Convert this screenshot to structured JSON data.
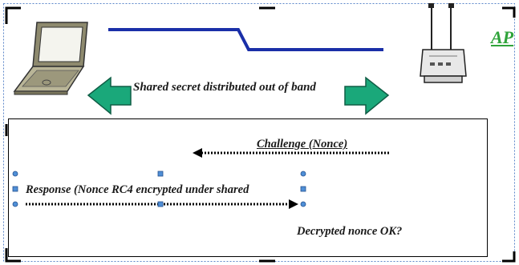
{
  "ap_label": "AP",
  "shared_secret_label": "Shared secret distributed out of band",
  "challenge_label": "Challenge (Nonce)",
  "response_label": "Response (Nonce RC4 encrypted under shared",
  "decrypted_label": "Decrypted nonce OK?",
  "colors": {
    "link_line": "#1a2fa8",
    "arrow_fill": "#1aa87a",
    "ap_label": "#2fa33a",
    "handle_fill": "#4f8fd6"
  }
}
